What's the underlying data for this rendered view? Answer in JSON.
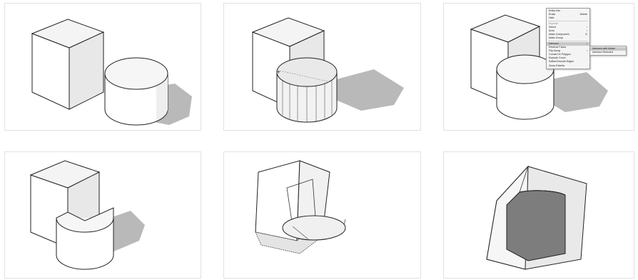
{
  "figure": {
    "panel_count": 6,
    "colors": {
      "panel_border": "#e2e2e2",
      "face_top": "#f4f4f4",
      "face_front": "#ffffff",
      "face_side": "#e8e8e8",
      "shadow": "#b9b9b9",
      "intersect_dark": "#7d7d7d",
      "edge": "#222222"
    }
  },
  "context_menu": {
    "items": [
      {
        "label": "Entity Info",
        "shortcut": ""
      },
      {
        "label": "Erase",
        "shortcut": "Delete"
      },
      {
        "label": "Hide",
        "shortcut": ""
      },
      {
        "label": "Explode",
        "shortcut": "",
        "dim": true
      },
      {
        "label": "Select",
        "shortcut": "›"
      },
      {
        "label": "Area",
        "shortcut": "›"
      },
      {
        "label": "Make Component...",
        "shortcut": "G"
      },
      {
        "label": "Make Group",
        "shortcut": ""
      },
      {
        "label": "Intersect",
        "shortcut": "›",
        "highlight": true
      },
      {
        "label": "Reverse Faces",
        "shortcut": ""
      },
      {
        "label": "Flip Along",
        "shortcut": "›"
      },
      {
        "label": "Convert to Polygon",
        "shortcut": ""
      },
      {
        "label": "Explode Curve",
        "shortcut": ""
      },
      {
        "label": "Soften/Smooth Edges",
        "shortcut": ""
      },
      {
        "label": "Zoom Extents",
        "shortcut": ""
      }
    ],
    "submenu": [
      {
        "label": "Intersect with Model",
        "highlight": true
      },
      {
        "label": "Intersect Selected",
        "highlight": false
      }
    ]
  }
}
